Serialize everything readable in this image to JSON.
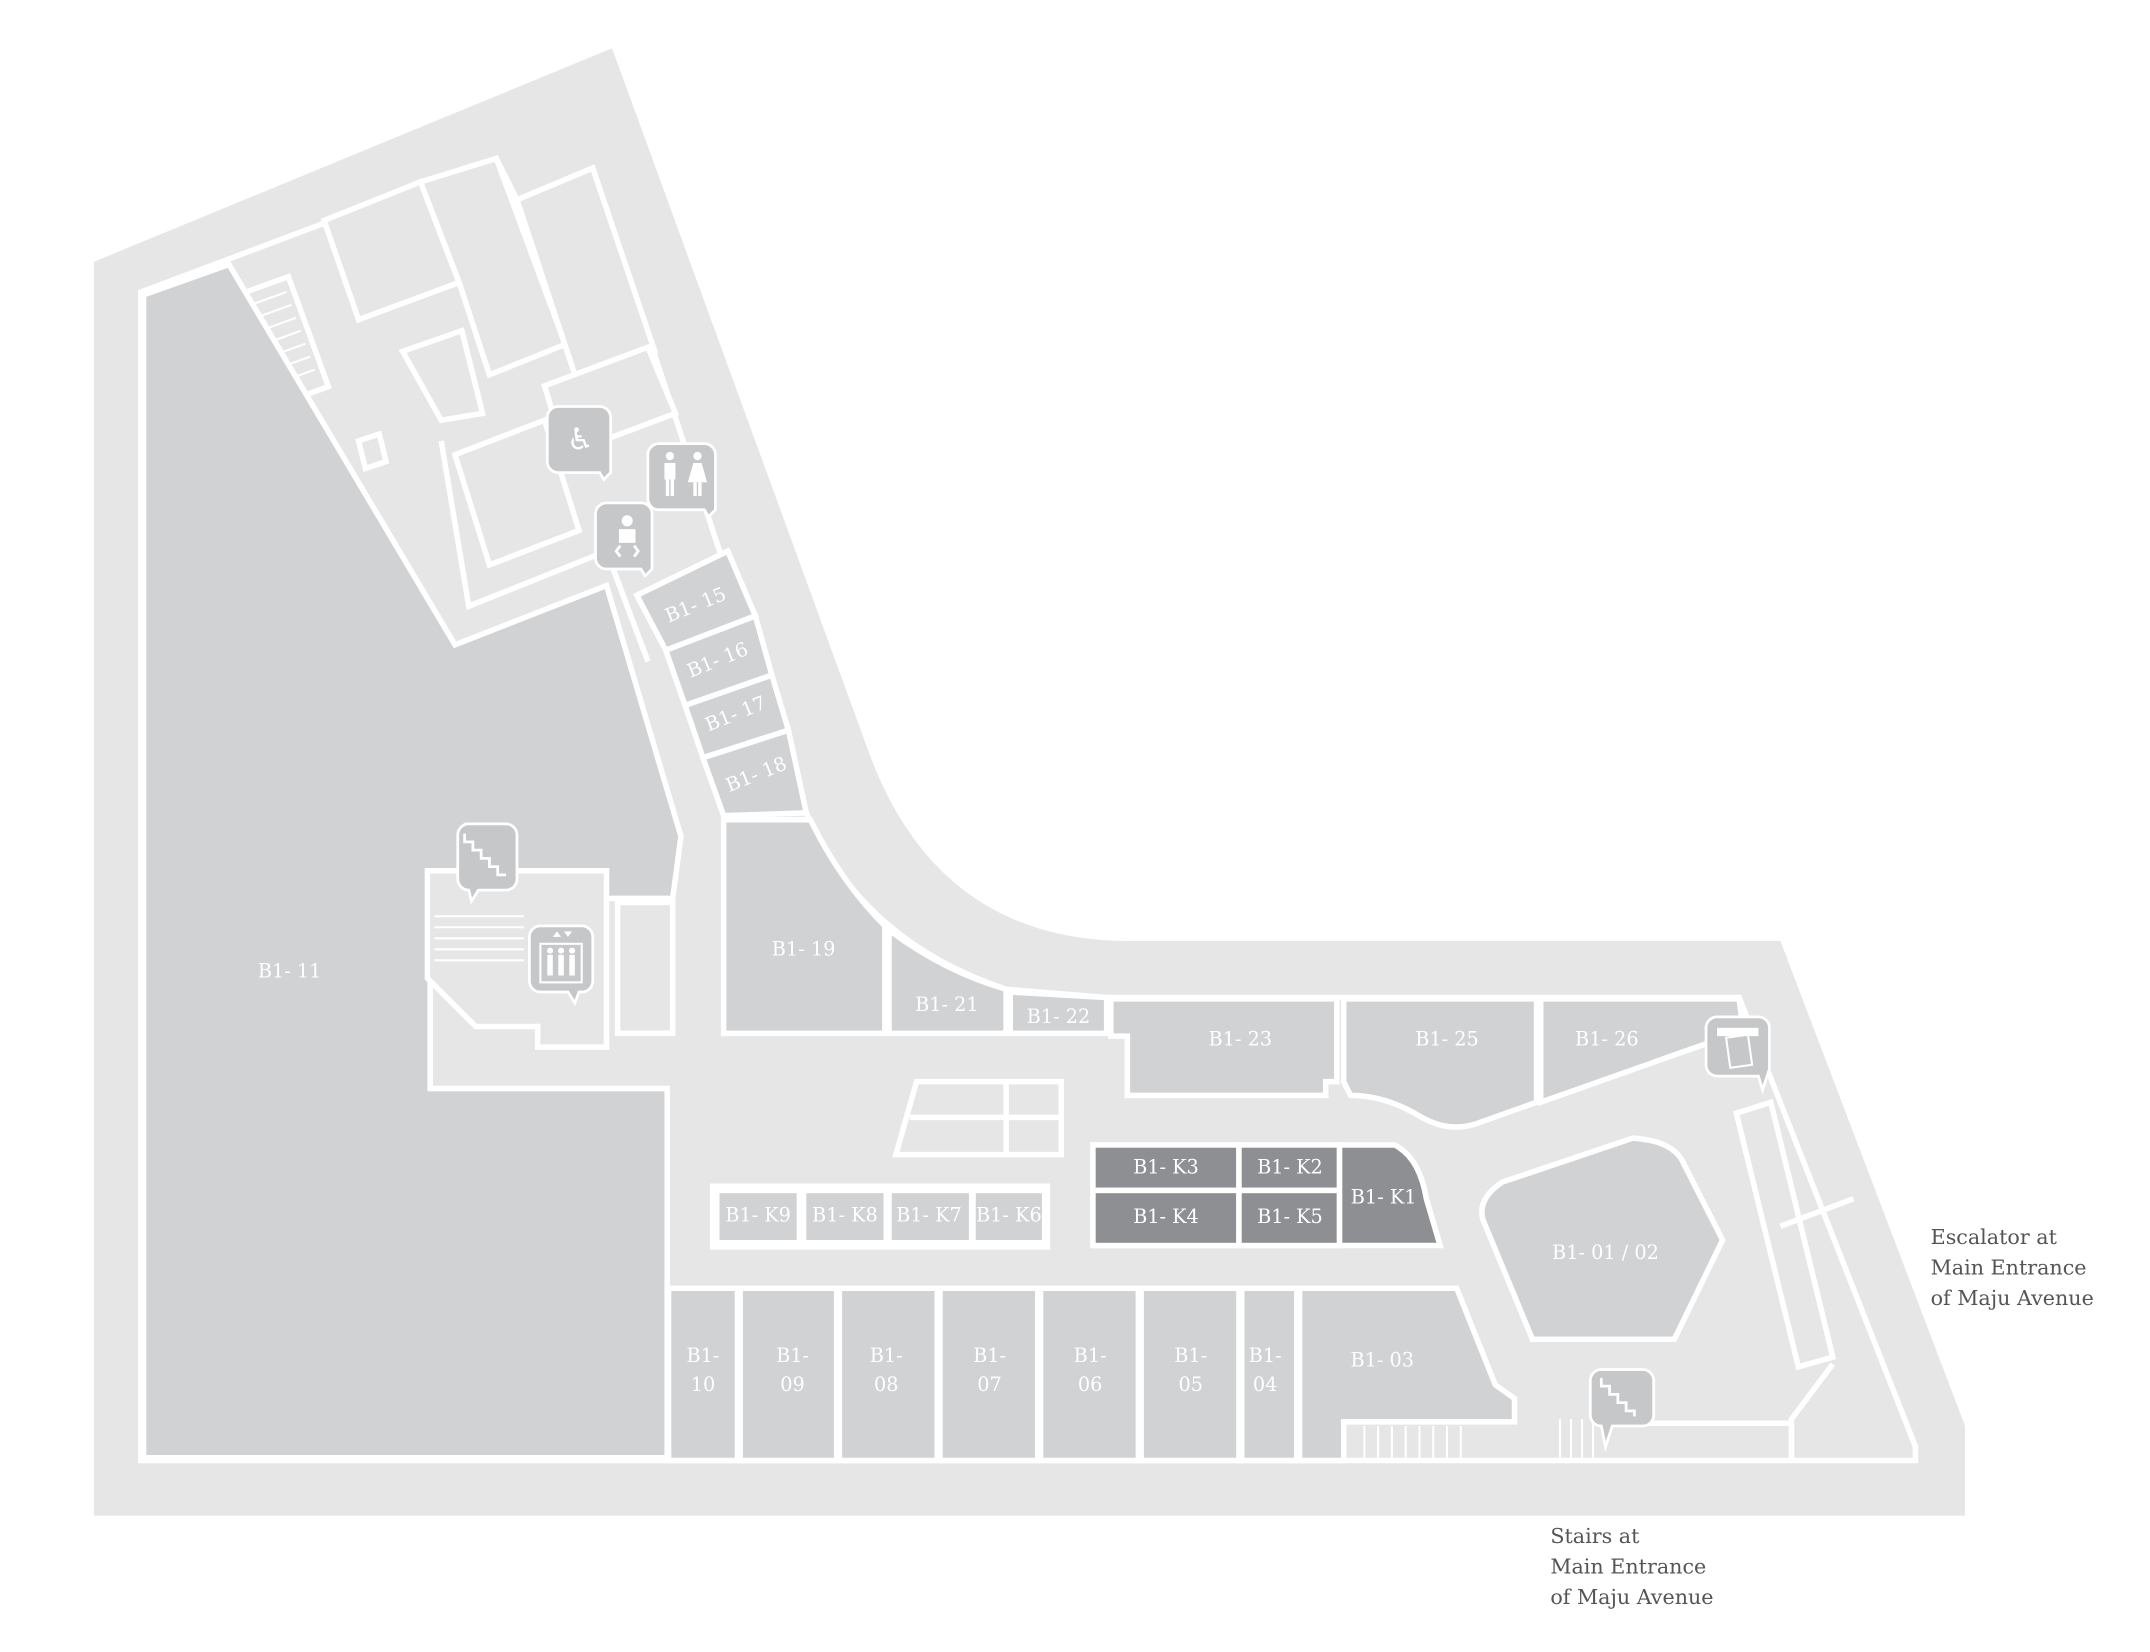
{
  "map": {
    "floor": "B1",
    "colors": {
      "outer": "#e6e6e7",
      "shop": "#d1d2d4",
      "kiosk": "#8e8f92",
      "wall": "#ffffff",
      "note_text": "#555555"
    },
    "shops": {
      "b1_11": "B1- 11",
      "b1_15": "B1- 15",
      "b1_16": "B1- 16",
      "b1_17": "B1- 17",
      "b1_18": "B1- 18",
      "b1_19": "B1- 19",
      "b1_21": "B1- 21",
      "b1_22": "B1- 22",
      "b1_23": "B1- 23",
      "b1_25": "B1- 25",
      "b1_26": "B1- 26",
      "b1_0102": "B1- 01 / 02",
      "b1_03": "B1- 03",
      "b1_04_a": "B1-",
      "b1_04_b": "04",
      "b1_05_a": "B1-",
      "b1_05_b": "05",
      "b1_06_a": "B1-",
      "b1_06_b": "06",
      "b1_07_a": "B1-",
      "b1_07_b": "07",
      "b1_08_a": "B1-",
      "b1_08_b": "08",
      "b1_09_a": "B1-",
      "b1_09_b": "09",
      "b1_10_a": "B1-",
      "b1_10_b": "10"
    },
    "kiosks": {
      "k1": "B1- K1",
      "k2": "B1- K2",
      "k3": "B1- K3",
      "k4": "B1- K4",
      "k5": "B1- K5",
      "k6": "B1- K6",
      "k7": "B1- K7",
      "k8": "B1- K8",
      "k9": "B1- K9"
    },
    "icons": [
      "wheelchair-access-icon",
      "restroom-icon",
      "baby-changing-icon",
      "stairs-icon",
      "lift-icon",
      "atm-icon",
      "stairs-icon"
    ],
    "annotations": {
      "escalator": [
        "Escalator at",
        "Main Entrance",
        "of Maju Avenue"
      ],
      "stairs": [
        "Stairs at",
        "Main Entrance",
        "of Maju Avenue"
      ]
    }
  }
}
